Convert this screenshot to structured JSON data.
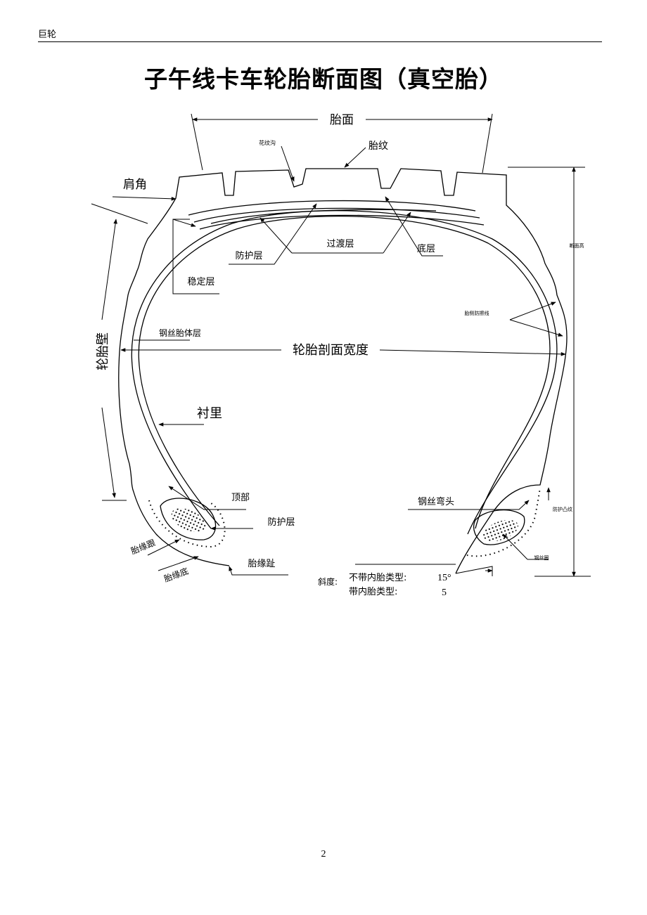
{
  "header": {
    "text": "巨轮"
  },
  "title": "子午线卡车轮胎断面图（真空胎）",
  "labels": {
    "tread": "胎面",
    "groove": "花纹沟",
    "tread_pattern": "胎纹",
    "shoulder": "肩角",
    "section_height": "断面高",
    "protective_layer": "防护层",
    "transition_layer": "过渡层",
    "base_layer": "底层",
    "stabilizer_layer": "稳定层",
    "sidewall_rub_line": "胎侧防擦线",
    "steel_carcass": "钢丝胎体层",
    "section_width": "轮胎剖面宽度",
    "sidewall": "轮胎壁",
    "inner_liner": "衬里",
    "apex": "顶部",
    "bead_protective_layer": "防护层",
    "steel_turnup": "钢丝弯头",
    "protective_rib": "防护凸纹",
    "bead_ring": "钢丝圈",
    "bead_heel": "胎缘跟",
    "bead_base": "胎缘底",
    "bead_toe": "胎缘趾",
    "taper_label": "斜度:",
    "tubeless_type": "不带内胎类型:",
    "tubeless_value": "15°",
    "tube_type": "带内胎类型:",
    "tube_value": "5"
  },
  "page_number": "2"
}
